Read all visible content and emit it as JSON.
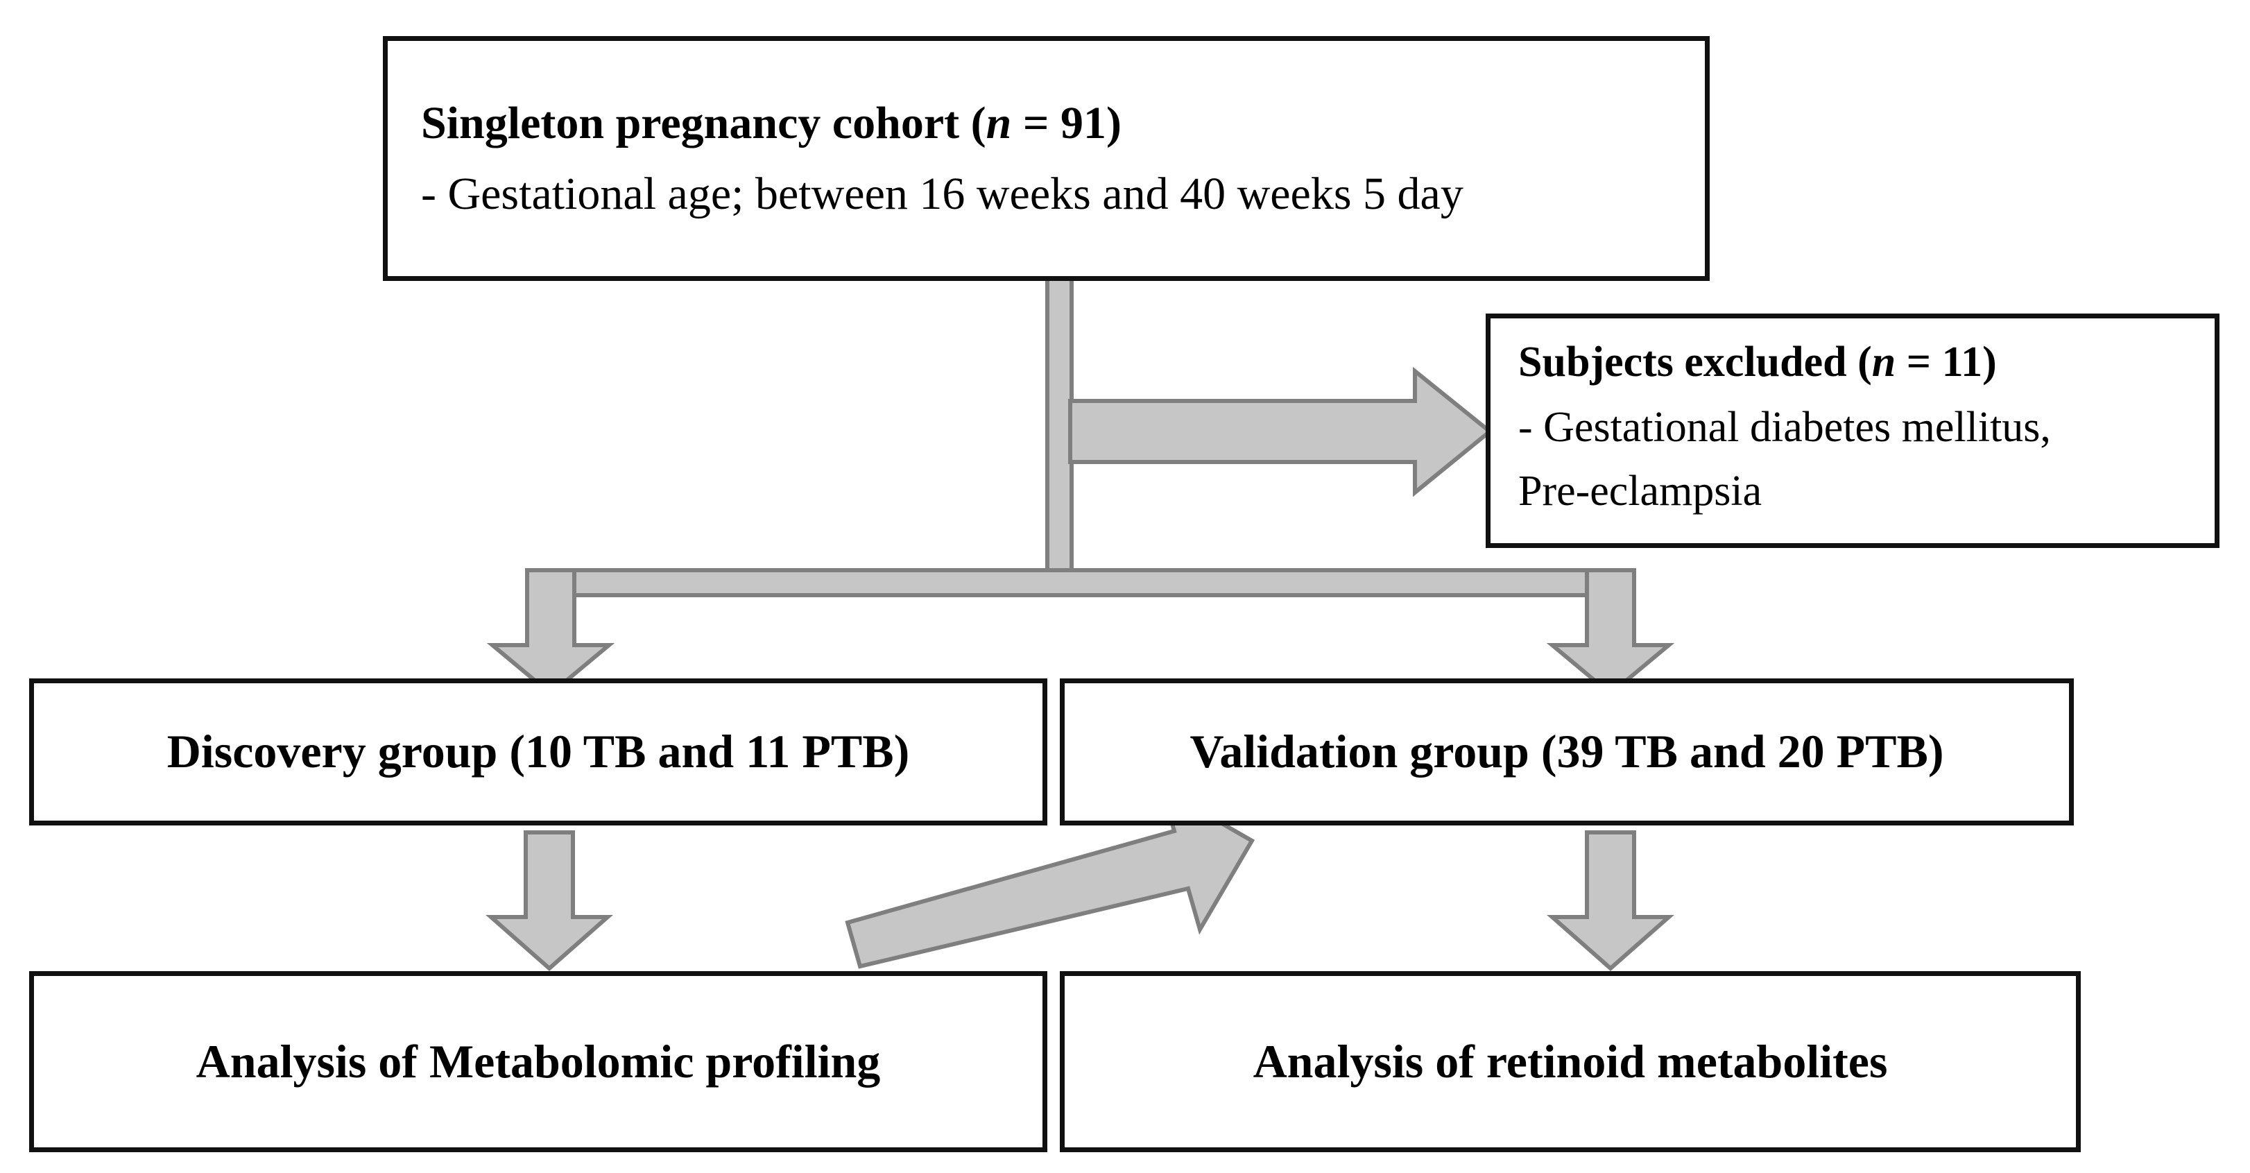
{
  "diagram": {
    "title": "Study participant flow diagram",
    "background_color": "#ffffff",
    "box_border_color": "#111111",
    "arrow_fill_color": "#c6c6c6",
    "arrow_outline_color": "#7f7f7f"
  },
  "nodes": {
    "cohort": {
      "heading": "Singleton pregnancy cohort (n = 91)",
      "heading_prefix": "Singleton pregnancy cohort (",
      "heading_italic": "n",
      "heading_suffix": " = 91)",
      "detail": "- Gestational age; between 16 weeks and 40 weeks 5 day"
    },
    "excluded": {
      "heading": "Subjects excluded (n = 11)",
      "heading_prefix": "Subjects excluded (",
      "heading_italic": "n",
      "heading_suffix": " = 11)",
      "detail_line_1": "- Gestational diabetes mellitus,",
      "detail_line_2": "Pre-eclampsia"
    },
    "discovery": {
      "label": "Discovery group (10 TB and 11 PTB)"
    },
    "validation": {
      "label": "Validation group (39 TB and 20 PTB)"
    },
    "metabolomic": {
      "label": "Analysis of Metabolomic profiling"
    },
    "retinoid": {
      "label": "Analysis of retinoid metabolites"
    }
  },
  "connectors": [
    {
      "name": "cohort-to-split-trunk",
      "kind": "vertical-line",
      "from": "cohort",
      "to": "split-bar"
    },
    {
      "name": "cohort-to-excluded-arrow",
      "kind": "arrow-right",
      "from": "cohort",
      "to": "excluded"
    },
    {
      "name": "split-bar",
      "kind": "horizontal-bar",
      "from": "cohort",
      "to": "discovery-and-validation"
    },
    {
      "name": "split-to-discovery-arrow",
      "kind": "arrow-down",
      "from": "split-bar",
      "to": "discovery"
    },
    {
      "name": "split-to-validation-arrow",
      "kind": "arrow-down",
      "from": "split-bar",
      "to": "validation"
    },
    {
      "name": "discovery-to-metabolomic-arrow",
      "kind": "arrow-down",
      "from": "discovery",
      "to": "metabolomic"
    },
    {
      "name": "validation-to-retinoid-arrow",
      "kind": "arrow-down",
      "from": "validation",
      "to": "retinoid"
    },
    {
      "name": "metabolomic-to-validation-arrow",
      "kind": "arrow-diagonal-up-right",
      "from": "metabolomic",
      "to": "validation"
    }
  ],
  "counts": {
    "cohort_n": 91,
    "excluded_n": 11,
    "discovery_tb": 10,
    "discovery_ptb": 11,
    "validation_tb": 39,
    "validation_ptb": 20
  }
}
